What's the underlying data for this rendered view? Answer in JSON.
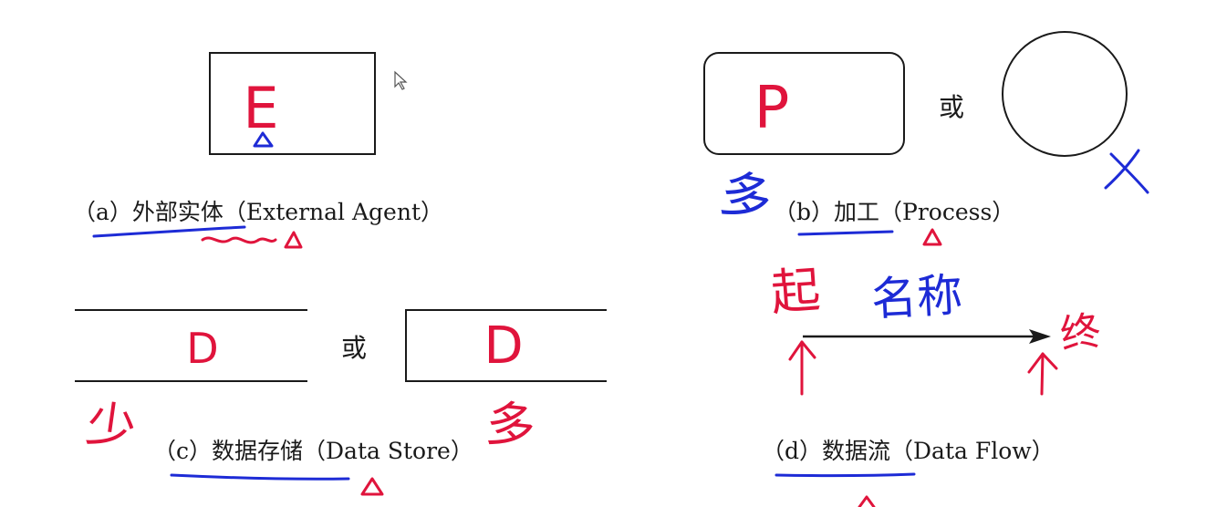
{
  "external_agent": {
    "symbol": "E",
    "caption": "（a）外部实体（External Agent）"
  },
  "process": {
    "symbol": "P",
    "or_label": "或",
    "caption": "（b）加工（Process）",
    "note_many": "多"
  },
  "data_store": {
    "symbol_left": "D",
    "symbol_right": "D",
    "or_label": "或",
    "caption": "（c）数据存储（Data Store）",
    "note_few": "少",
    "note_many": "多"
  },
  "data_flow": {
    "caption": "（d）数据流（Data Flow）",
    "note_start": "起",
    "note_name": "名称",
    "note_end": "终"
  },
  "colors": {
    "ink": "#1a1a1a",
    "handwriting_red": "#e0143c",
    "handwriting_blue": "#1d2bd6"
  },
  "icons": [
    "cursor-icon",
    "triangle-mark-icon",
    "cross-mark-icon",
    "up-arrow-mark-icon"
  ]
}
